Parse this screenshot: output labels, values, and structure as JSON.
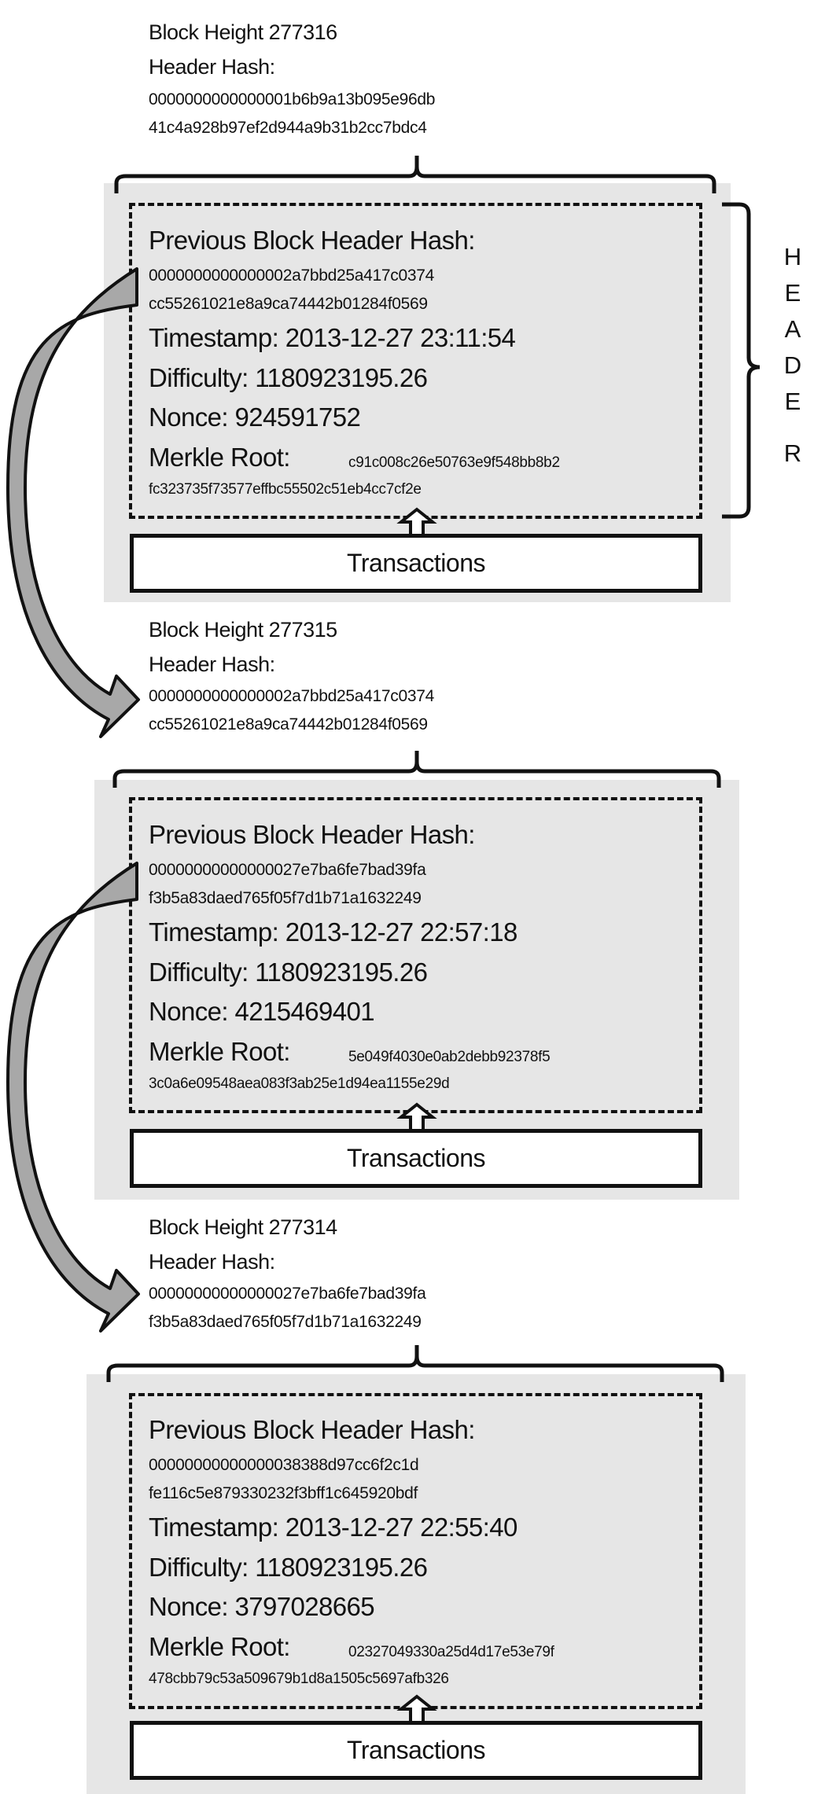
{
  "diagram": {
    "header_side_label": [
      "H",
      "E",
      "A",
      "D",
      "E",
      "R"
    ],
    "blocks": [
      {
        "height_label": "Block Height 277316",
        "header_hash_label": "Header Hash:",
        "header_hash_line1": "0000000000000001b6b9a13b095e96db",
        "header_hash_line2": "41c4a928b97ef2d944a9b31b2cc7bdc4",
        "prev_hash_label": "Previous Block Header Hash:",
        "prev_hash_line1": "0000000000000002a7bbd25a417c0374",
        "prev_hash_line2": "cc55261021e8a9ca74442b01284f0569",
        "timestamp": "Timestamp: 2013-12-27 23:11:54",
        "difficulty": "Difficulty: 1180923195.26",
        "nonce": "Nonce: 924591752",
        "merkle_label": "Merkle Root:",
        "merkle_line1": "c91c008c26e50763e9f548bb8b2",
        "merkle_line2": "fc323735f73577effbc55502c51eb4cc7cf2e",
        "transactions_label": "Transactions"
      },
      {
        "height_label": "Block Height 277315",
        "header_hash_label": "Header Hash:",
        "header_hash_line1": "0000000000000002a7bbd25a417c0374",
        "header_hash_line2": "cc55261021e8a9ca74442b01284f0569",
        "prev_hash_label": "Previous Block Header Hash:",
        "prev_hash_line1": "00000000000000027e7ba6fe7bad39fa",
        "prev_hash_line2": "f3b5a83daed765f05f7d1b71a1632249",
        "timestamp": "Timestamp: 2013-12-27 22:57:18",
        "difficulty": "Difficulty: 1180923195.26",
        "nonce": "Nonce: 4215469401",
        "merkle_label": "Merkle Root:",
        "merkle_line1": "5e049f4030e0ab2debb92378f5",
        "merkle_line2": "3c0a6e09548aea083f3ab25e1d94ea1155e29d",
        "transactions_label": "Transactions"
      },
      {
        "height_label": "Block Height 277314",
        "header_hash_label": "Header Hash:",
        "header_hash_line1": "00000000000000027e7ba6fe7bad39fa",
        "header_hash_line2": "f3b5a83daed765f05f7d1b71a1632249",
        "prev_hash_label": "Previous Block Header Hash:",
        "prev_hash_line1": "00000000000000038388d97cc6f2c1d",
        "prev_hash_line2": "fe116c5e879330232f3bff1c645920bdf",
        "timestamp": "Timestamp: 2013-12-27 22:55:40",
        "difficulty": "Difficulty: 1180923195.26",
        "nonce": "Nonce: 3797028665",
        "merkle_label": "Merkle Root:",
        "merkle_line1": "02327049330a25d4d17e53e79f",
        "merkle_line2": "478cbb79c53a509679b1d8a1505c5697afb326",
        "transactions_label": "Transactions"
      }
    ]
  }
}
